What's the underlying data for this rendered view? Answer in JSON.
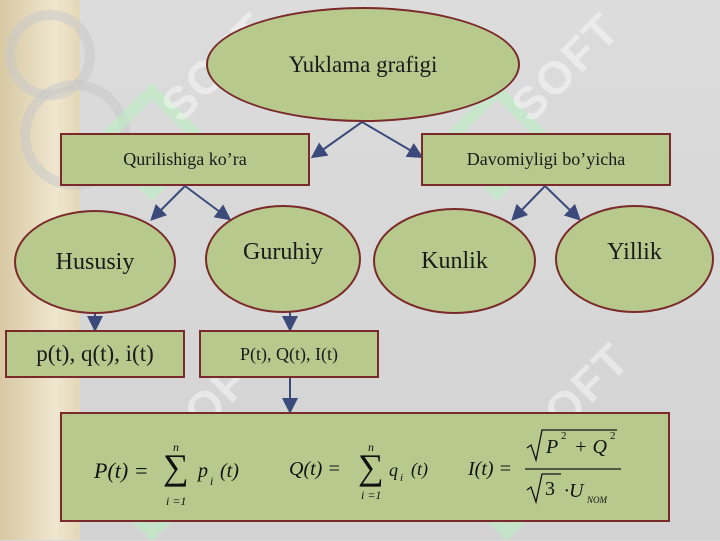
{
  "diagram": {
    "root": "Yuklama grafigi",
    "left_category": "Qurilishiga ko’ra",
    "right_category": "Davomiyligi bo’yicha",
    "leaves": {
      "individual": "Hususiy",
      "group": "Guruhiy",
      "daily": "Kunlik",
      "yearly": "Yillik"
    },
    "individual_values": "p(t), q(t), i(t)",
    "group_values": "P(t), Q(t), I(t)"
  },
  "formulas": {
    "p_lhs": "P(t) =",
    "p_sum_top": "n",
    "p_sum_bottom": "i =1",
    "p_rhs": "p",
    "p_rhs_sub": "i",
    "p_rhs_arg": "(t)",
    "q_lhs": "Q(t) =",
    "q_sum_top": "n",
    "q_sum_bottom": "i =1",
    "q_rhs": "q",
    "q_rhs_sub": "i",
    "q_rhs_arg": "(t)",
    "i_lhs": "I(t) =",
    "i_num_p": "P",
    "i_num_exp1": "2",
    "i_num_plus": "+ Q",
    "i_num_exp2": "2",
    "i_den_root": "3",
    "i_den_dot": "·U",
    "i_den_sub": "NOM"
  },
  "watermark": "SOFT",
  "colors": {
    "node_fill": "#b8c98d",
    "node_border": "#7a2a2a",
    "arrow": "#3b4a7a"
  }
}
